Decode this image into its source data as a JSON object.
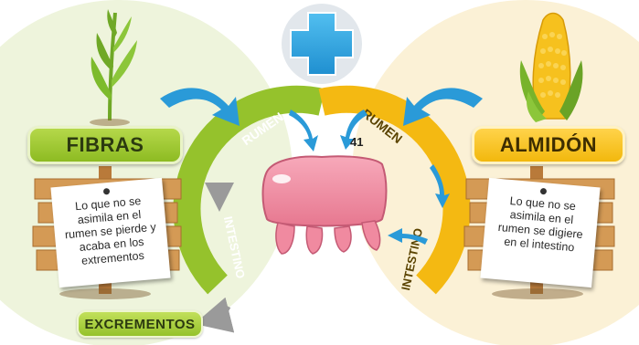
{
  "fibras": {
    "title": "FIBRAS",
    "note": "Lo que no se asimila en el rumen se pierde y acaba en los extrementos"
  },
  "almidon": {
    "title": "ALMIDÓN",
    "note": "Lo que no se asimila en el rumen se digiere en el intestino"
  },
  "left_arc": {
    "top_label": "RUMEN",
    "bottom_label": "INTESTINO"
  },
  "right_arc": {
    "top_label": "RUMEN",
    "bottom_label": "INTESTINO"
  },
  "page_number": "41",
  "excrementos_label": "EXCREMENTOS",
  "colors": {
    "green": "#8dbb22",
    "yellow": "#f2b80d",
    "blue": "#2a9ad8",
    "stomach_pink": "#f08aa0",
    "bg_green": "#eaf2d2",
    "bg_yellow": "#fbf0cf"
  },
  "icons": [
    "medical-cross-icon",
    "corn-plant-icon",
    "corn-cob-icon",
    "stomach-icon"
  ]
}
